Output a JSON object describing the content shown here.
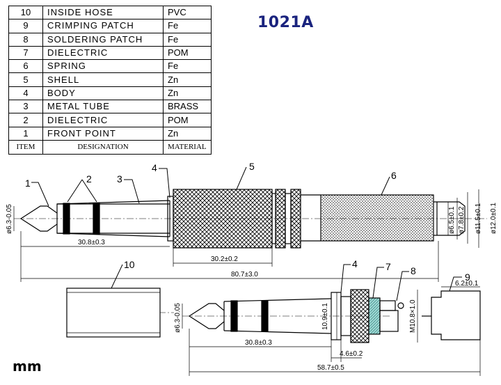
{
  "title": "1021A",
  "units": "mm",
  "table": {
    "header": {
      "item": "ITEM",
      "designation": "DESIGNATION",
      "material": "MATERIAL"
    },
    "rows": [
      {
        "item": "10",
        "designation": "INSIDE HOSE",
        "material": "PVC"
      },
      {
        "item": "9",
        "designation": "CRIMPING PATCH",
        "material": "Fe"
      },
      {
        "item": "8",
        "designation": "SOLDERING PATCH",
        "material": "Fe"
      },
      {
        "item": "7",
        "designation": "DIELECTRIC",
        "material": "POM"
      },
      {
        "item": "6",
        "designation": "SPRING",
        "material": "Fe"
      },
      {
        "item": "5",
        "designation": "SHELL",
        "material": "Zn"
      },
      {
        "item": "4",
        "designation": "BODY",
        "material": "Zn"
      },
      {
        "item": "3",
        "designation": "METAL TUBE",
        "material": "BRASS"
      },
      {
        "item": "2",
        "designation": "DIELECTRIC",
        "material": "POM"
      },
      {
        "item": "1",
        "designation": "FRONT POINT",
        "material": "Zn"
      }
    ]
  },
  "callouts": {
    "c1": "1",
    "c2": "2",
    "c3": "3",
    "c4": "4",
    "c5": "5",
    "c6": "6",
    "c4b": "4",
    "c7": "7",
    "c8": "8",
    "c9": "9",
    "c10": "10"
  },
  "dimensions": {
    "top_tip_dia": "ø6.3-0.05",
    "top_tip_len": "30.8±0.3",
    "top_shell_len": "30.2±0.2",
    "top_overall": "80.7±3.0",
    "top_d65": "ø6.5±0.1",
    "top_d78": "ø7.8±0.2",
    "top_d115": "ø11.5±0.1",
    "top_d120": "ø12.0±0.1",
    "bot_tip_dia": "ø6.3-0.05",
    "bot_body_dia": "10.9±0.1",
    "bot_tip_len": "30.8±0.3",
    "bot_body_len": "4.6±0.2",
    "bot_thread": "M10.8×1.0",
    "bot_crimp": "6.2±0.1",
    "bot_overall": "58.7±0.5"
  }
}
